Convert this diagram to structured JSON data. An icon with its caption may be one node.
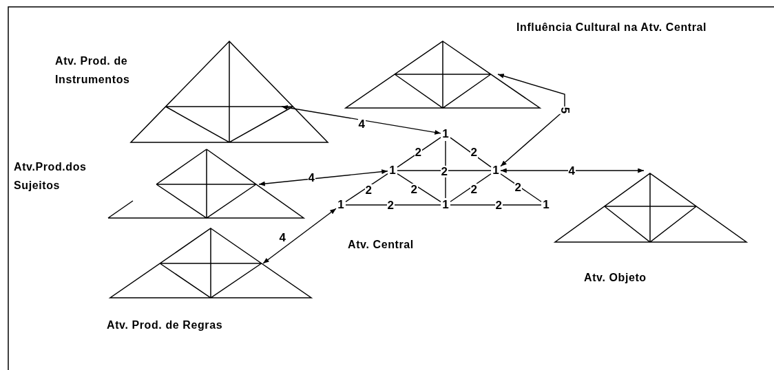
{
  "diagram": {
    "nodes": [
      {
        "text": [
          "Influência Cultural na Atv. Central"
        ]
      },
      {
        "text": [
          "Atv. Prod. de Instrumentos"
        ]
      },
      {
        "text": [
          "Atv.Prod.dos Sujeitos"
        ]
      },
      {
        "text": [
          "Atv. Prod. de Regras"
        ]
      },
      {
        "text": [
          "Atv. Objeto"
        ]
      },
      {
        "text": [
          "1"
        ]
      },
      {
        "text": [
          "1"
        ]
      },
      {
        "text": [
          "1"
        ]
      },
      {
        "text": [
          "1"
        ]
      },
      {
        "text": [
          "1"
        ]
      },
      {
        "text": [
          "1"
        ]
      }
    ],
    "edges": [
      {
        "from": 5,
        "to": 1,
        "arrow": "both",
        "label": "4"
      },
      {
        "from": 6,
        "to": 2,
        "arrow": "both",
        "label": "4"
      },
      {
        "from": 8,
        "to": 3,
        "arrow": "both",
        "label": "4"
      },
      {
        "from": 7,
        "to": 4,
        "arrow": "both",
        "label": "4"
      },
      {
        "from": 0,
        "to": 7,
        "arrow": "both",
        "label": "5"
      },
      {
        "from": 5,
        "to": 6,
        "arrow": "none",
        "label": "2"
      },
      {
        "from": 5,
        "to": 7,
        "arrow": "none",
        "label": "2"
      },
      {
        "from": 5,
        "to": 9,
        "arrow": "none"
      },
      {
        "from": 6,
        "to": 7,
        "arrow": "none",
        "label": "2"
      },
      {
        "from": 6,
        "to": 8,
        "arrow": "none",
        "label": "2"
      },
      {
        "from": 6,
        "to": 9,
        "arrow": "none",
        "label": "2"
      },
      {
        "from": 7,
        "to": 9,
        "arrow": "none",
        "label": "2"
      },
      {
        "from": 7,
        "to": 10,
        "arrow": "none",
        "label": "2"
      },
      {
        "from": 8,
        "to": 9,
        "arrow": "none",
        "label": "2"
      },
      {
        "from": 9,
        "to": 10,
        "arrow": "none",
        "label": "2"
      }
    ],
    "labels": [
      "Atv. Central"
    ]
  }
}
